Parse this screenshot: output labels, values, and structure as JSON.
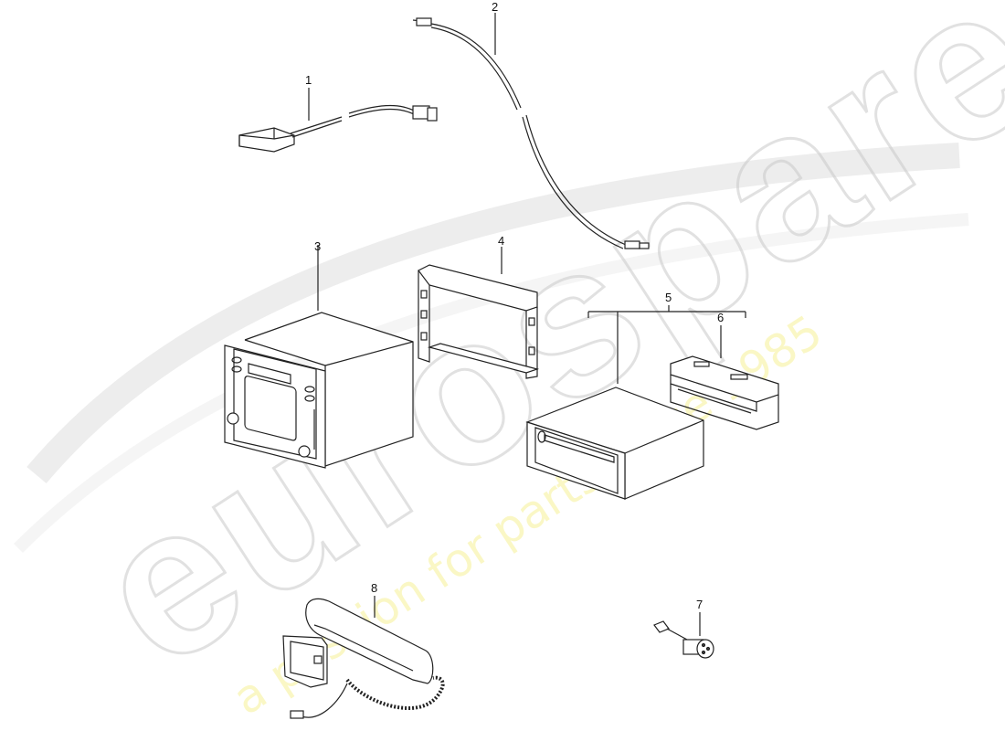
{
  "diagram": {
    "type": "exploded parts diagram",
    "subject": "car radio / navigation / telephone components",
    "callouts": [
      {
        "num": "1",
        "part": "antenna module with cable and connector"
      },
      {
        "num": "2",
        "part": "antenna cable"
      },
      {
        "num": "3",
        "part": "radio navigation unit"
      },
      {
        "num": "4",
        "part": "mounting frame (double DIN)"
      },
      {
        "num": "5",
        "part": "CD changer / drive unit"
      },
      {
        "num": "6",
        "part": "mounting frame (single DIN)"
      },
      {
        "num": "7",
        "part": "microphone"
      },
      {
        "num": "8",
        "part": "telephone handset with cradle and coiled cord"
      }
    ]
  },
  "watermark": {
    "brand": "eurospares",
    "tagline": "a passion for parts since 1985",
    "brand_color": "#c8c8c8",
    "tagline_color": "#f5f096"
  }
}
